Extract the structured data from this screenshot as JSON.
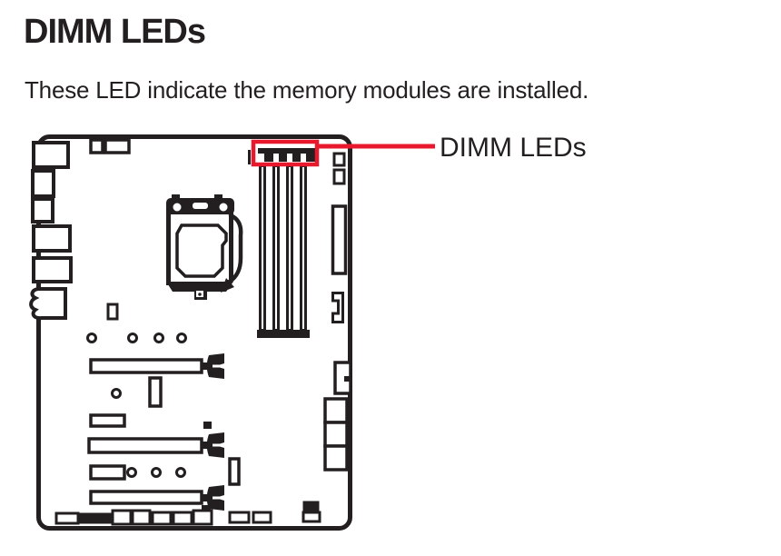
{
  "theme": {
    "ink": "#231f20",
    "accent": "#e8192d",
    "background": "#ffffff"
  },
  "header": {
    "title": "DIMM LEDs"
  },
  "body": {
    "description": "These LED indicate the memory modules are installed."
  },
  "diagram": {
    "callout_label": "DIMM LEDs",
    "highlight_color": "#e8192d",
    "highlighted_component": "dimm-leds"
  }
}
